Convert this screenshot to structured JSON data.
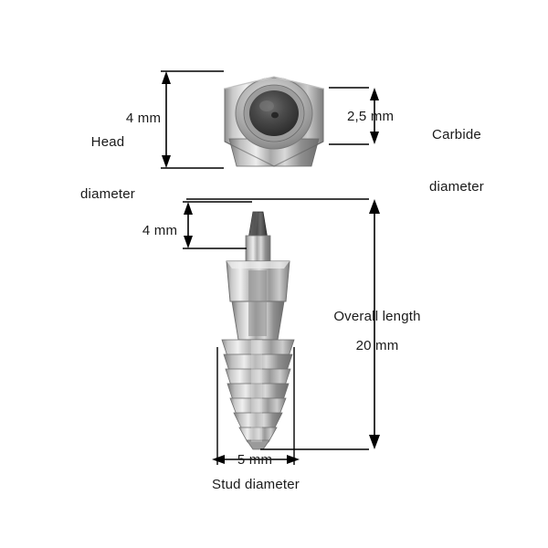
{
  "figure": {
    "title": "tire stud dimension diagram",
    "background_color": "#ffffff",
    "line_color": "#000000",
    "text_color": "#1a1a1a"
  },
  "top_view": {
    "left_label_line1": "Head",
    "left_label_line2": "diameter",
    "left_value": "4 mm",
    "right_label_line1": "Carbide",
    "right_label_line2": "diameter",
    "right_value": "2,5 mm"
  },
  "side_view": {
    "tip_value": "4 mm",
    "overall_label": "Overall length",
    "overall_value": "20 mm",
    "stud_value": "5 mm",
    "stud_label": "Stud diameter"
  }
}
